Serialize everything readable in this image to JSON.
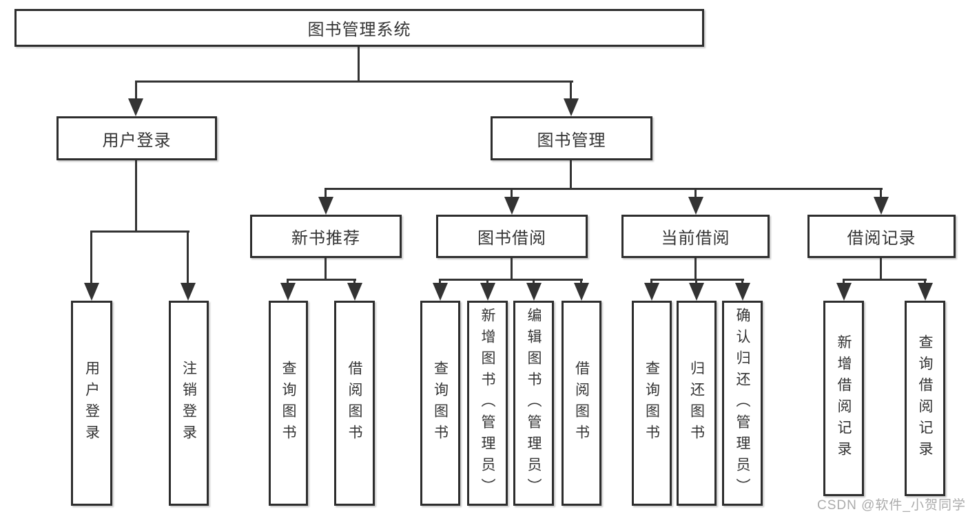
{
  "diagram": {
    "title": "图书管理系统",
    "branches": [
      {
        "label": "用户登录",
        "leaves": [
          {
            "label": "用户登录"
          },
          {
            "label": "注销登录"
          }
        ]
      },
      {
        "label": "图书管理",
        "groups": [
          {
            "label": "新书推荐",
            "leaves": [
              {
                "label": "查询图书"
              },
              {
                "label": "借阅图书"
              }
            ]
          },
          {
            "label": "图书借阅",
            "leaves": [
              {
                "label": "查询图书"
              },
              {
                "label": "新增图书（管理员）"
              },
              {
                "label": "编辑图书（管理员）"
              },
              {
                "label": "借阅图书"
              }
            ]
          },
          {
            "label": "当前借阅",
            "leaves": [
              {
                "label": "查询图书"
              },
              {
                "label": "归还图书"
              },
              {
                "label": "确认归还（管理员）"
              }
            ]
          },
          {
            "label": "借阅记录",
            "leaves": [
              {
                "label": "新增借阅记录"
              },
              {
                "label": "查询借阅记录"
              }
            ]
          }
        ]
      }
    ]
  },
  "watermark": {
    "text": "CSDN @软件_小贺同学"
  },
  "colors": {
    "line": "#333333",
    "box_border": "#2d2d2d",
    "text": "#333333",
    "watermark": "#ababab",
    "background": "#ffffff"
  }
}
